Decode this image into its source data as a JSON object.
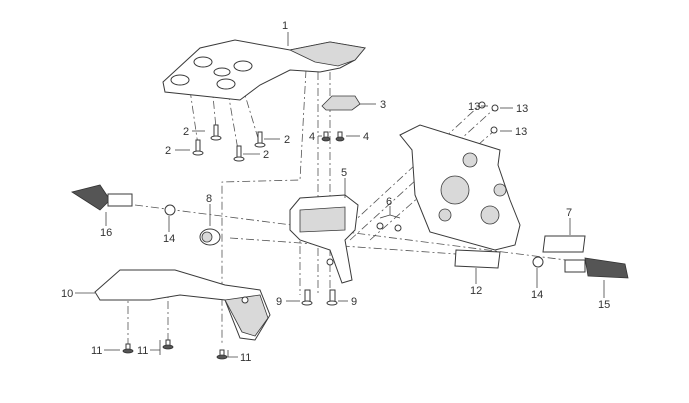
{
  "diagram": {
    "type": "exploded parts diagram",
    "callouts": [
      "1",
      "2",
      "2",
      "2",
      "2",
      "3",
      "4",
      "4",
      "5",
      "6",
      "7",
      "8",
      "9",
      "9",
      "10",
      "11",
      "11",
      "11",
      "12",
      "13",
      "13",
      "13",
      "14",
      "14",
      "15",
      "16"
    ]
  },
  "colors": {
    "line": "#3a3a3a",
    "shade": "#d9d9d9",
    "background": "#ffffff"
  }
}
